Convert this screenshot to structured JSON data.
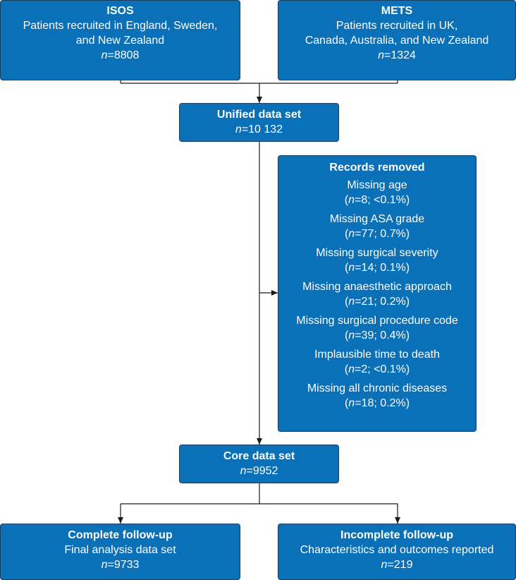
{
  "isos": {
    "title": "ISOS",
    "lines": [
      "Patients recruited in England, Sweden,",
      "and New Zealand"
    ],
    "n_label": "n",
    "n_value": "=8808"
  },
  "mets": {
    "title": "METS",
    "lines": [
      "Patients recruited in UK,",
      "Canada, Australia, and New Zealand"
    ],
    "n_label": "n",
    "n_value": "=1324"
  },
  "unified": {
    "title": "Unified data set",
    "n_label": "n",
    "n_value": "=10 132"
  },
  "removed": {
    "title": "Records removed",
    "items": [
      {
        "label": "Missing age",
        "n_label": "n",
        "detail": "=8; <0.1%)"
      },
      {
        "label": "Missing ASA grade",
        "n_label": "n",
        "detail": "=77; 0.7%)"
      },
      {
        "label": "Missing surgical severity",
        "n_label": "n",
        "detail": "=14; 0.1%)"
      },
      {
        "label": "Missing anaesthetic approach",
        "n_label": "n",
        "detail": "=21; 0.2%)"
      },
      {
        "label": "Missing surgical procedure code",
        "n_label": "n",
        "detail": "=39; 0.4%)"
      },
      {
        "label": "Implausible time to death",
        "n_label": "n",
        "detail": "=2; <0.1%)"
      },
      {
        "label": "Missing all chronic diseases",
        "n_label": "n",
        "detail": "=18; 0.2%)"
      }
    ]
  },
  "core": {
    "title": "Core data set",
    "n_label": "n",
    "n_value": "=9952"
  },
  "complete": {
    "title": "Complete follow-up",
    "line": "Final analysis data set",
    "n_label": "n",
    "n_value": "=9733"
  },
  "incomplete": {
    "title": "Incomplete follow-up",
    "line": "Characteristics and outcomes reported",
    "n_label": "n",
    "n_value": "=219"
  },
  "colors": {
    "box_fill": "#0a70b8",
    "box_border": "#1a3d63",
    "text": "#ffffff",
    "connector": "#1a1a1a"
  }
}
